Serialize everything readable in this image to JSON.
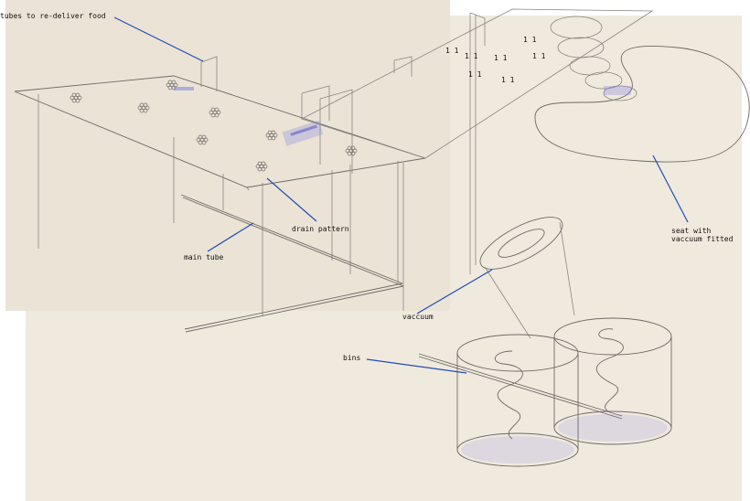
{
  "labels": {
    "tubes": "tubes to re-deliver food",
    "drain": "drain pattern",
    "main_tube": "main tube",
    "seat_line1": "seat with",
    "seat_line2": "vaccuum fitted",
    "vaccuum": "vaccuum",
    "bins": "bins"
  },
  "colors": {
    "background_main": "#f0e9de",
    "background_overlay": "#ebe3d6",
    "leader_lines": "#1f4fb0",
    "drawing_lines": "#8a8580"
  }
}
